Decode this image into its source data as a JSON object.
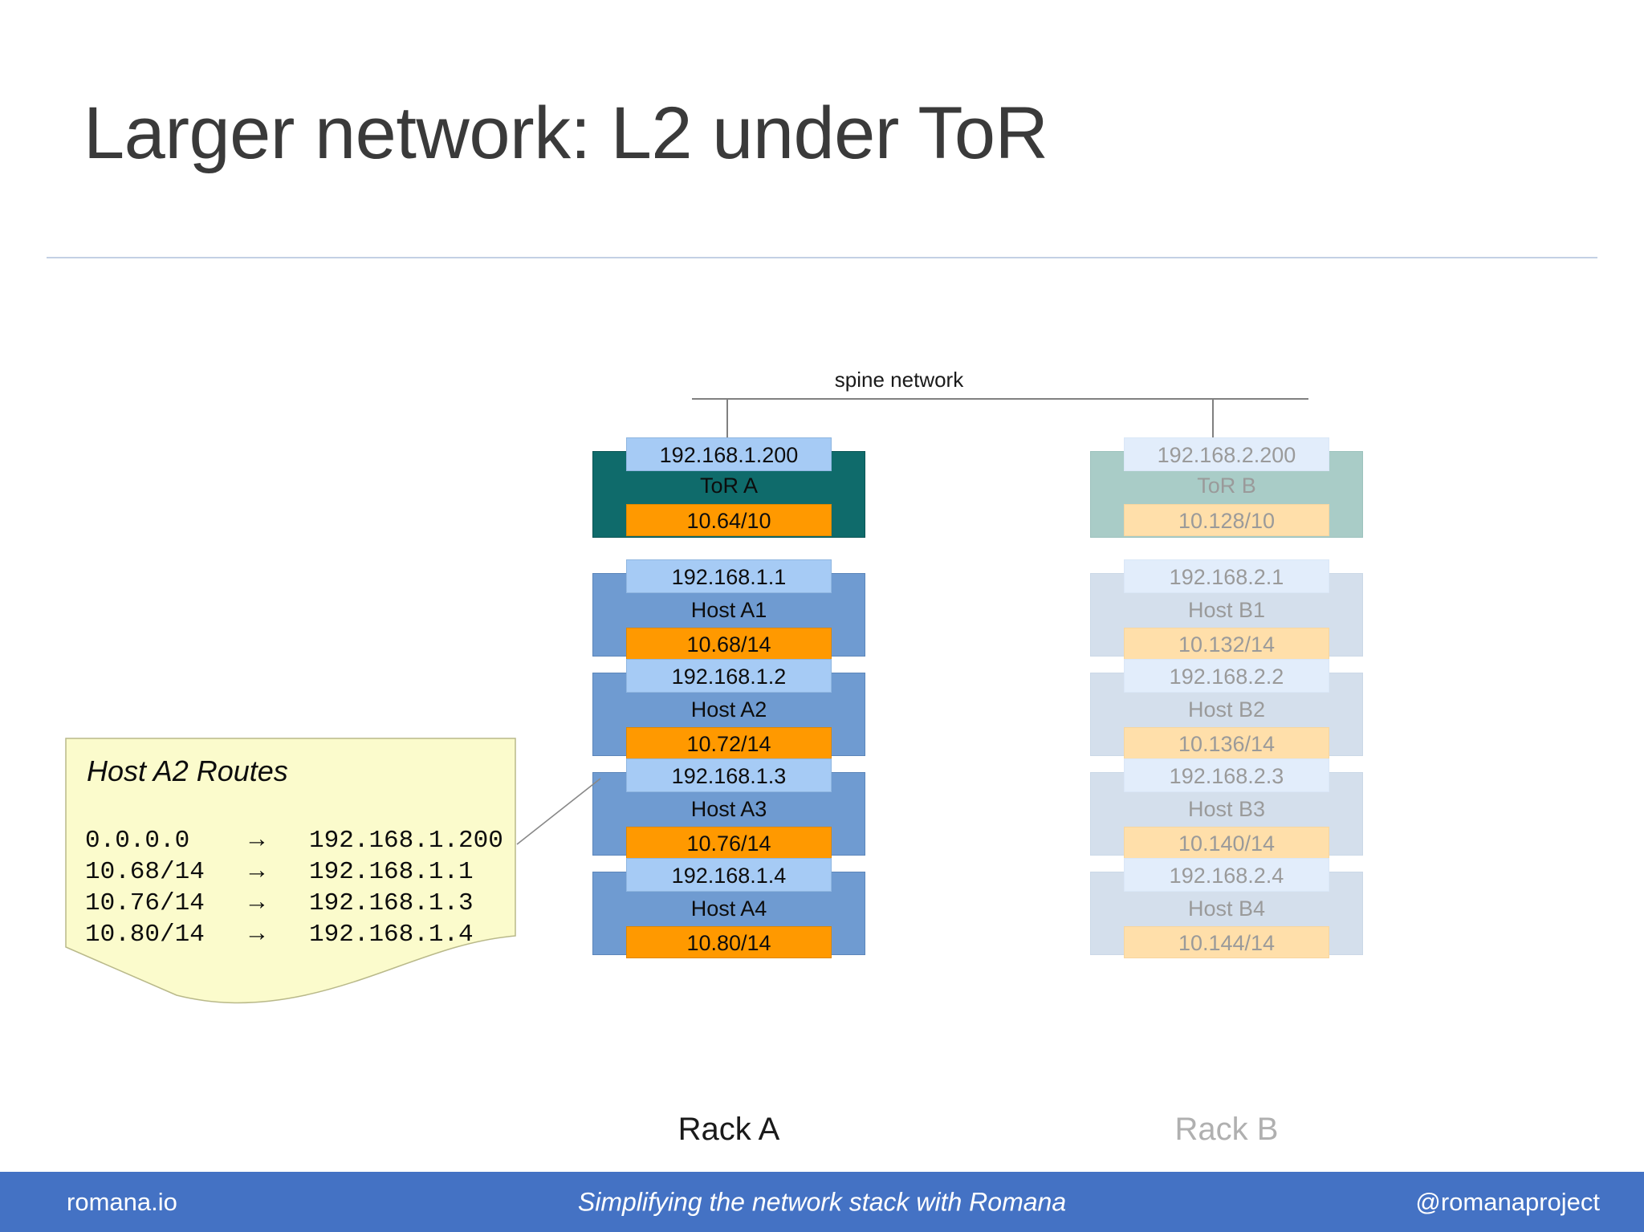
{
  "slide": {
    "title": "Larger network: L2 under ToR"
  },
  "diagram": {
    "spine_label": "spine network",
    "racks": [
      {
        "id": "rack-a",
        "label": "Rack A",
        "dimmed": false,
        "nodes": [
          {
            "kind": "tor",
            "ip": "192.168.1.200",
            "name": "ToR A",
            "cidr": "10.64/10"
          },
          {
            "kind": "host",
            "ip": "192.168.1.1",
            "name": "Host A1",
            "cidr": "10.68/14"
          },
          {
            "kind": "host",
            "ip": "192.168.1.2",
            "name": "Host A2",
            "cidr": "10.72/14"
          },
          {
            "kind": "host",
            "ip": "192.168.1.3",
            "name": "Host A3",
            "cidr": "10.76/14"
          },
          {
            "kind": "host",
            "ip": "192.168.1.4",
            "name": "Host A4",
            "cidr": "10.80/14"
          }
        ]
      },
      {
        "id": "rack-b",
        "label": "Rack B",
        "dimmed": true,
        "nodes": [
          {
            "kind": "tor",
            "ip": "192.168.2.200",
            "name": "ToR B",
            "cidr": "10.128/10"
          },
          {
            "kind": "host",
            "ip": "192.168.2.1",
            "name": "Host B1",
            "cidr": "10.132/14"
          },
          {
            "kind": "host",
            "ip": "192.168.2.2",
            "name": "Host B2",
            "cidr": "10.136/14"
          },
          {
            "kind": "host",
            "ip": "192.168.2.3",
            "name": "Host B3",
            "cidr": "10.140/14"
          },
          {
            "kind": "host",
            "ip": "192.168.2.4",
            "name": "Host B4",
            "cidr": "10.144/14"
          }
        ]
      }
    ]
  },
  "callout": {
    "title": "Host A2 Routes",
    "arrow_glyph": "→",
    "routes": [
      {
        "dest": "0.0.0.0",
        "gateway": "192.168.1.200"
      },
      {
        "dest": "10.68/14",
        "gateway": "192.168.1.1"
      },
      {
        "dest": "10.76/14",
        "gateway": "192.168.1.3"
      },
      {
        "dest": "10.80/14",
        "gateway": "192.168.1.4"
      }
    ]
  },
  "footer": {
    "left": "romana.io",
    "center": "Simplifying the network stack with Romana",
    "right": "@romanaproject"
  },
  "colors": {
    "title_text": "#3a3a3a",
    "divider": "#c3d0e4",
    "tor_a_fill": "#0f6b6b",
    "tor_b_fill": "#a9ccc7",
    "host_a_fill": "#6f9bd1",
    "host_b_fill": "#d4dfec",
    "ip_a_fill": "#a6cbf5",
    "ip_b_fill": "#e2edfb",
    "cidr_a_fill": "#ff9900",
    "cidr_b_fill": "#ffdfaa",
    "callout_fill": "#fbfbcc",
    "footer_bar": "#4472c4",
    "spine_line": "#808080"
  }
}
